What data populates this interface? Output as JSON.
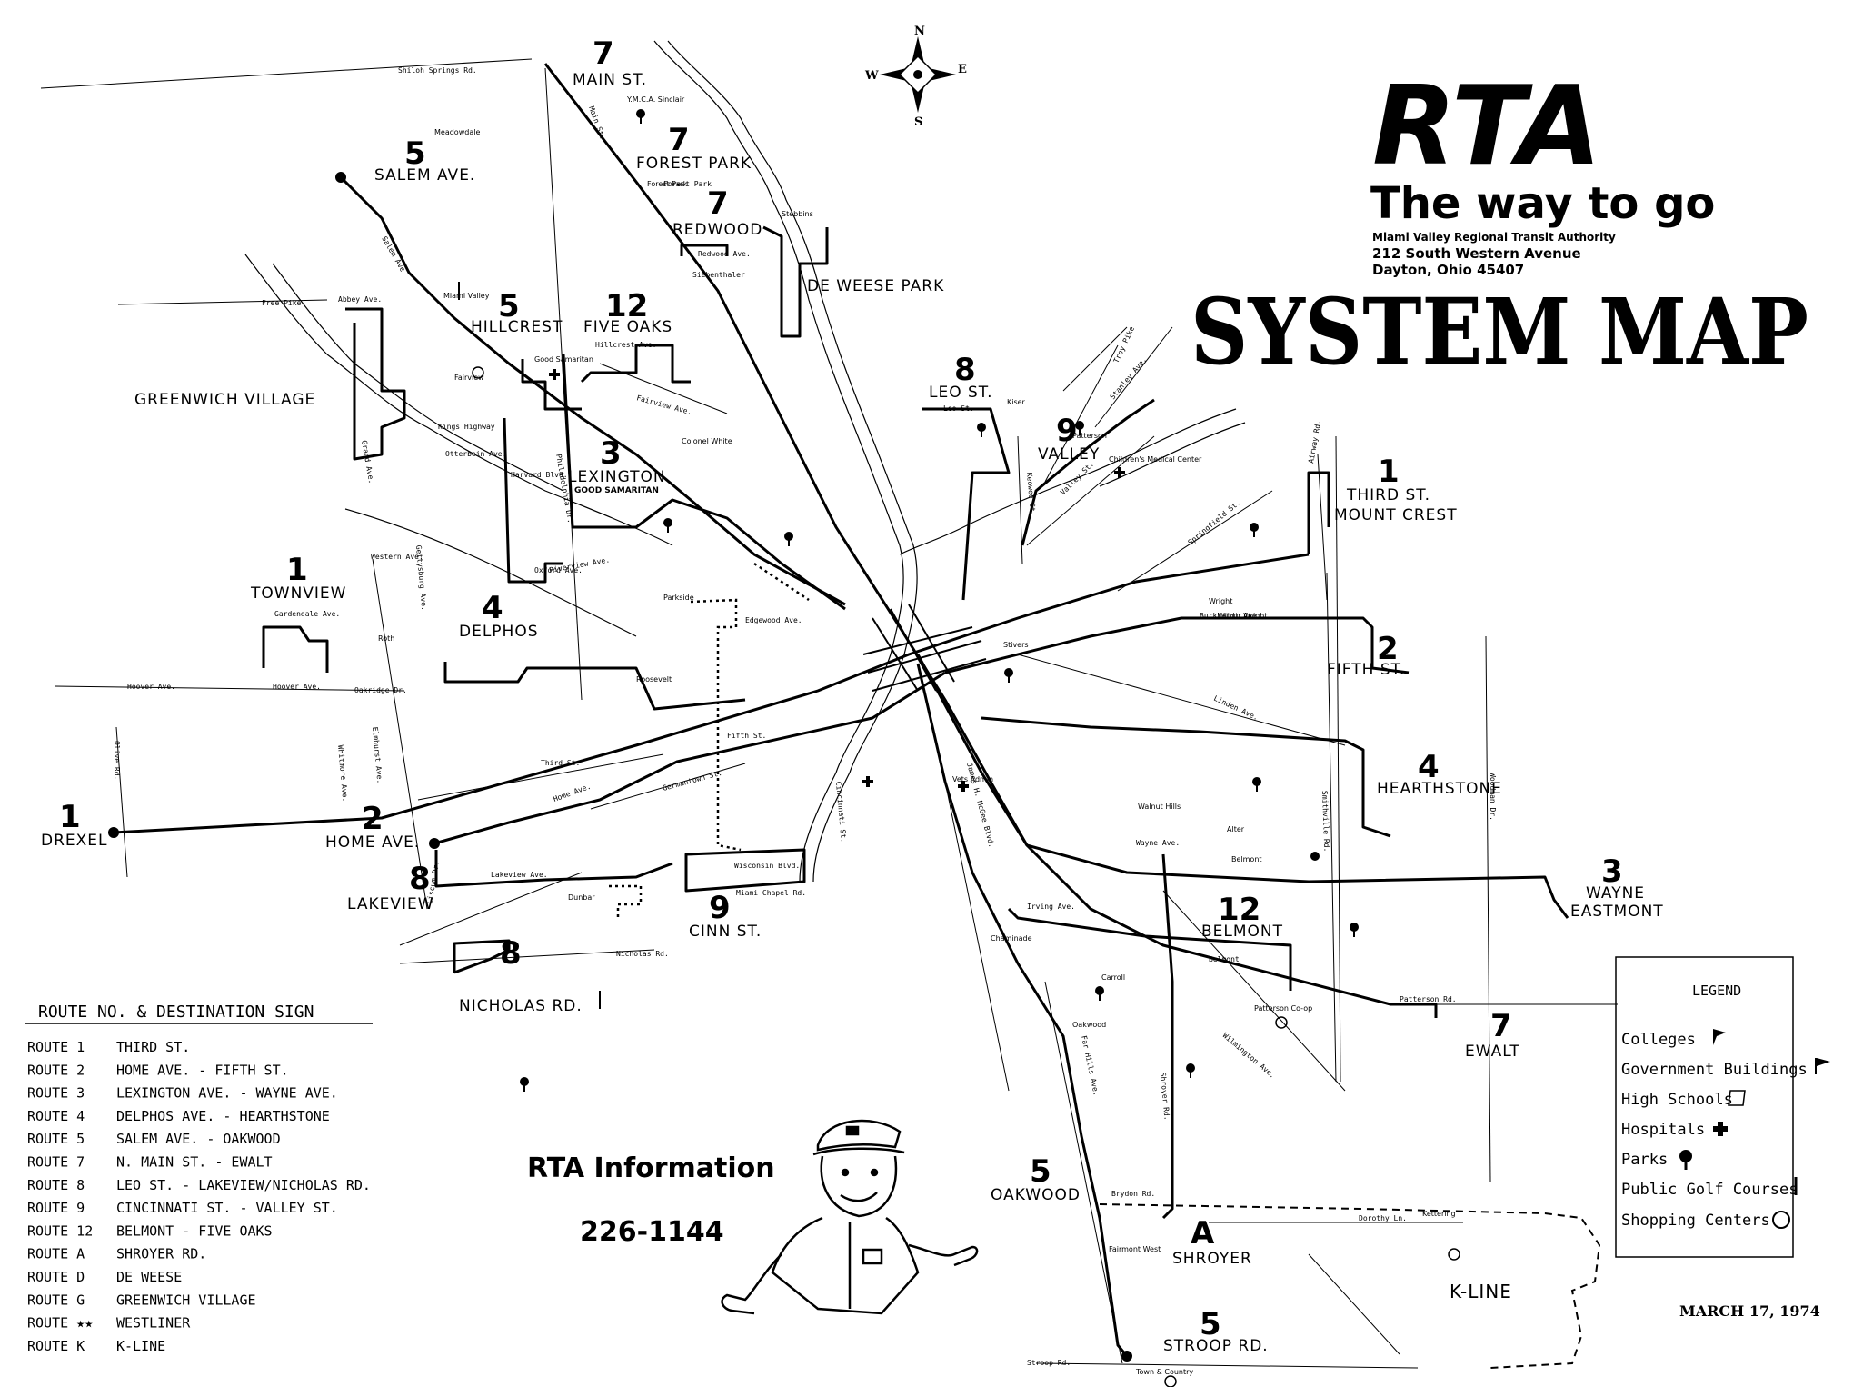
{
  "header": {
    "logo": "RTA",
    "tagline": "The way to go",
    "agency": "Miami Valley Regional Transit Authority",
    "address": "212 South Western Avenue",
    "city": "Dayton, Ohio 45407",
    "title": "SYSTEM MAP",
    "compass": {
      "n": "N",
      "s": "S",
      "e": "E",
      "w": "W"
    }
  },
  "route_labels": [
    {
      "num": "7",
      "dest": "MAIN ST."
    },
    {
      "num": "7",
      "dest": "FOREST PARK"
    },
    {
      "num": "7",
      "dest": "REDWOOD"
    },
    {
      "num": "",
      "dest": "DE WEESE PARK"
    },
    {
      "num": "5",
      "dest": "SALEM AVE."
    },
    {
      "num": "5",
      "dest": "HILLCREST"
    },
    {
      "num": "12",
      "dest": "FIVE OAKS"
    },
    {
      "num": "",
      "dest": "GREENWICH  VILLAGE"
    },
    {
      "num": "3",
      "dest": "LEXINGTON"
    },
    {
      "num": "8",
      "dest": "LEO ST."
    },
    {
      "num": "9",
      "dest": "VALLEY"
    },
    {
      "num": "1",
      "dest": "THIRD ST."
    },
    {
      "num": "",
      "dest": "MOUNT CREST"
    },
    {
      "num": "1",
      "dest": "TOWNVIEW"
    },
    {
      "num": "4",
      "dest": "DELPHOS"
    },
    {
      "num": "2",
      "dest": "FIFTH ST."
    },
    {
      "num": "4",
      "dest": "HEARTHSTONE"
    },
    {
      "num": "1",
      "dest": "DREXEL"
    },
    {
      "num": "2",
      "dest": "HOME AVE."
    },
    {
      "num": "8",
      "dest": "LAKEVIEW"
    },
    {
      "num": "9",
      "dest": "CINN ST."
    },
    {
      "num": "12",
      "dest": "BELMONT"
    },
    {
      "num": "3",
      "dest": "WAYNE"
    },
    {
      "num": "",
      "dest": "EASTMONT"
    },
    {
      "num": "8",
      "dest": "NICHOLAS RD."
    },
    {
      "num": "7",
      "dest": "EWALT"
    },
    {
      "num": "5",
      "dest": "OAKWOOD"
    },
    {
      "num": "A",
      "dest": "SHROYER"
    },
    {
      "num": "",
      "dest": "K-LINE"
    },
    {
      "num": "5",
      "dest": "STROOP RD."
    }
  ],
  "small_labels": {
    "good_samaritan": "GOOD SAMARITAN"
  },
  "streets": [
    "Shiloh Springs Rd.",
    "Free Pike",
    "Hoover Ave.",
    "Third St.",
    "Fifth St.",
    "Western Ave.",
    "Salem Ave.",
    "Main St.",
    "Riverview Ave.",
    "Wisconsin Blvd.",
    "Nicholas Rd.",
    "Stroop Rd.",
    "Far Hills Ave.",
    "Patterson Rd.",
    "Linden Ave.",
    "Smithville Rd.",
    "Wayne Ave.",
    "Troy Pike",
    "Keowee St.",
    "Stanley Ave.",
    "Leo St.",
    "Valley St.",
    "Forest Park",
    "Redwood Ave.",
    "Siebenthaler",
    "Hillcrest Ave.",
    "Fairview Ave.",
    "Kings Highway",
    "Otterbein Ave.",
    "Philadelphia Dr.",
    "Gettysburg Ave.",
    "Lakeview Ave.",
    "Cincinnati St.",
    "Miami Chapel Rd.",
    "Irving Ave.",
    "Belmont",
    "Wilmington Ave.",
    "Shroyer Rd.",
    "Dorothy Ln.",
    "Brydon Rd.",
    "Burkhardt Ave.",
    "Woodman Dr.",
    "Olive Rd.",
    "Home Ave.",
    "Oakridge Dr.",
    "Grand Ave.",
    "Gardendale Ave.",
    "Abbey Ave.",
    "Edgewood Ave.",
    "Oxford Ave.",
    "Harvard Blvd.",
    "Germantown St.",
    "Liscum Dr.",
    "Whitmore Ave.",
    "Elmhurst Ave.",
    "James H. McGee Blvd.",
    "Springfield St.",
    "Airway Rd.",
    "Hoover Ave."
  ],
  "places": [
    "Y.M.C.A. Sinclair",
    "Forest Park",
    "Miami Valley",
    "Good Samaritan",
    "Children's Medical Center",
    "Patterson",
    "Roosevelt",
    "Wright",
    "Belmont",
    "Oakwood",
    "Kettering",
    "Town & Country",
    "Wilbur Wright",
    "Meadowdale",
    "Dunbar",
    "Roth",
    "Fairview",
    "Chaminade",
    "Stivers",
    "Patterson Co-op",
    "Colonel White",
    "Kiser",
    "Stebbins",
    "Carroll",
    "Walnut Hills",
    "Fairmont West",
    "Alter",
    "Parkside",
    "Vets Admin"
  ],
  "legend": {
    "route_table_title": "ROUTE NO. & DESTINATION SIGN",
    "routes": [
      {
        "route": "ROUTE 1",
        "dest": "THIRD ST."
      },
      {
        "route": "ROUTE 2",
        "dest": "HOME AVE. - FIFTH ST."
      },
      {
        "route": "ROUTE 3",
        "dest": "LEXINGTON AVE. - WAYNE AVE."
      },
      {
        "route": "ROUTE 4",
        "dest": "DELPHOS AVE. - HEARTHSTONE"
      },
      {
        "route": "ROUTE 5",
        "dest": "SALEM AVE. - OAKWOOD"
      },
      {
        "route": "ROUTE 7",
        "dest": "N. MAIN ST. - EWALT"
      },
      {
        "route": "ROUTE 8",
        "dest": "LEO ST. - LAKEVIEW/NICHOLAS RD."
      },
      {
        "route": "ROUTE 9",
        "dest": "CINCINNATI ST. - VALLEY ST."
      },
      {
        "route": "ROUTE 12",
        "dest": "BELMONT - FIVE OAKS"
      },
      {
        "route": "ROUTE A",
        "dest": "SHROYER RD."
      },
      {
        "route": "ROUTE D",
        "dest": "DE WEESE"
      },
      {
        "route": "ROUTE G",
        "dest": "GREENWICH VILLAGE"
      },
      {
        "route": "ROUTE ★★",
        "dest": "WESTLINER"
      },
      {
        "route": "ROUTE K",
        "dest": "K-LINE"
      }
    ],
    "box_title": "LEGEND",
    "items": [
      {
        "label": "Colleges",
        "icon": "college-flag-icon"
      },
      {
        "label": "Government Buildings",
        "icon": "government-flag-icon"
      },
      {
        "label": "High Schools",
        "icon": "high-school-scroll-icon"
      },
      {
        "label": "Hospitals",
        "icon": "hospital-cross-icon"
      },
      {
        "label": "Parks",
        "icon": "park-tree-icon"
      },
      {
        "label": "Public Golf Courses",
        "icon": "golf-flag-icon"
      },
      {
        "label": "Shopping Centers",
        "icon": "shopping-center-icon"
      }
    ]
  },
  "info": {
    "label": "RTA Information",
    "phone": "226-1144"
  },
  "date": "MARCH 17, 1974"
}
